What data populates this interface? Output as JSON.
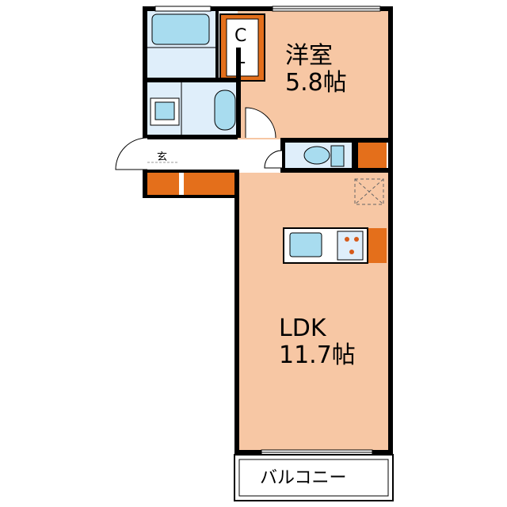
{
  "rooms": {
    "western": {
      "name": "洋室",
      "size": "5.8帖"
    },
    "ldk": {
      "name": "LDK",
      "size": "11.7帖"
    },
    "closet": {
      "line1": "C",
      "line2": "L"
    },
    "entrance": {
      "name": "玄"
    },
    "balcony": {
      "name": "バルコニー"
    }
  },
  "colors": {
    "wall": "#000000",
    "floor": "#f7c7a4",
    "storage": "#e46f1b",
    "wet_area": "#dfeefa",
    "fixture": "#a8dcef",
    "corridor": "#ffffff"
  }
}
